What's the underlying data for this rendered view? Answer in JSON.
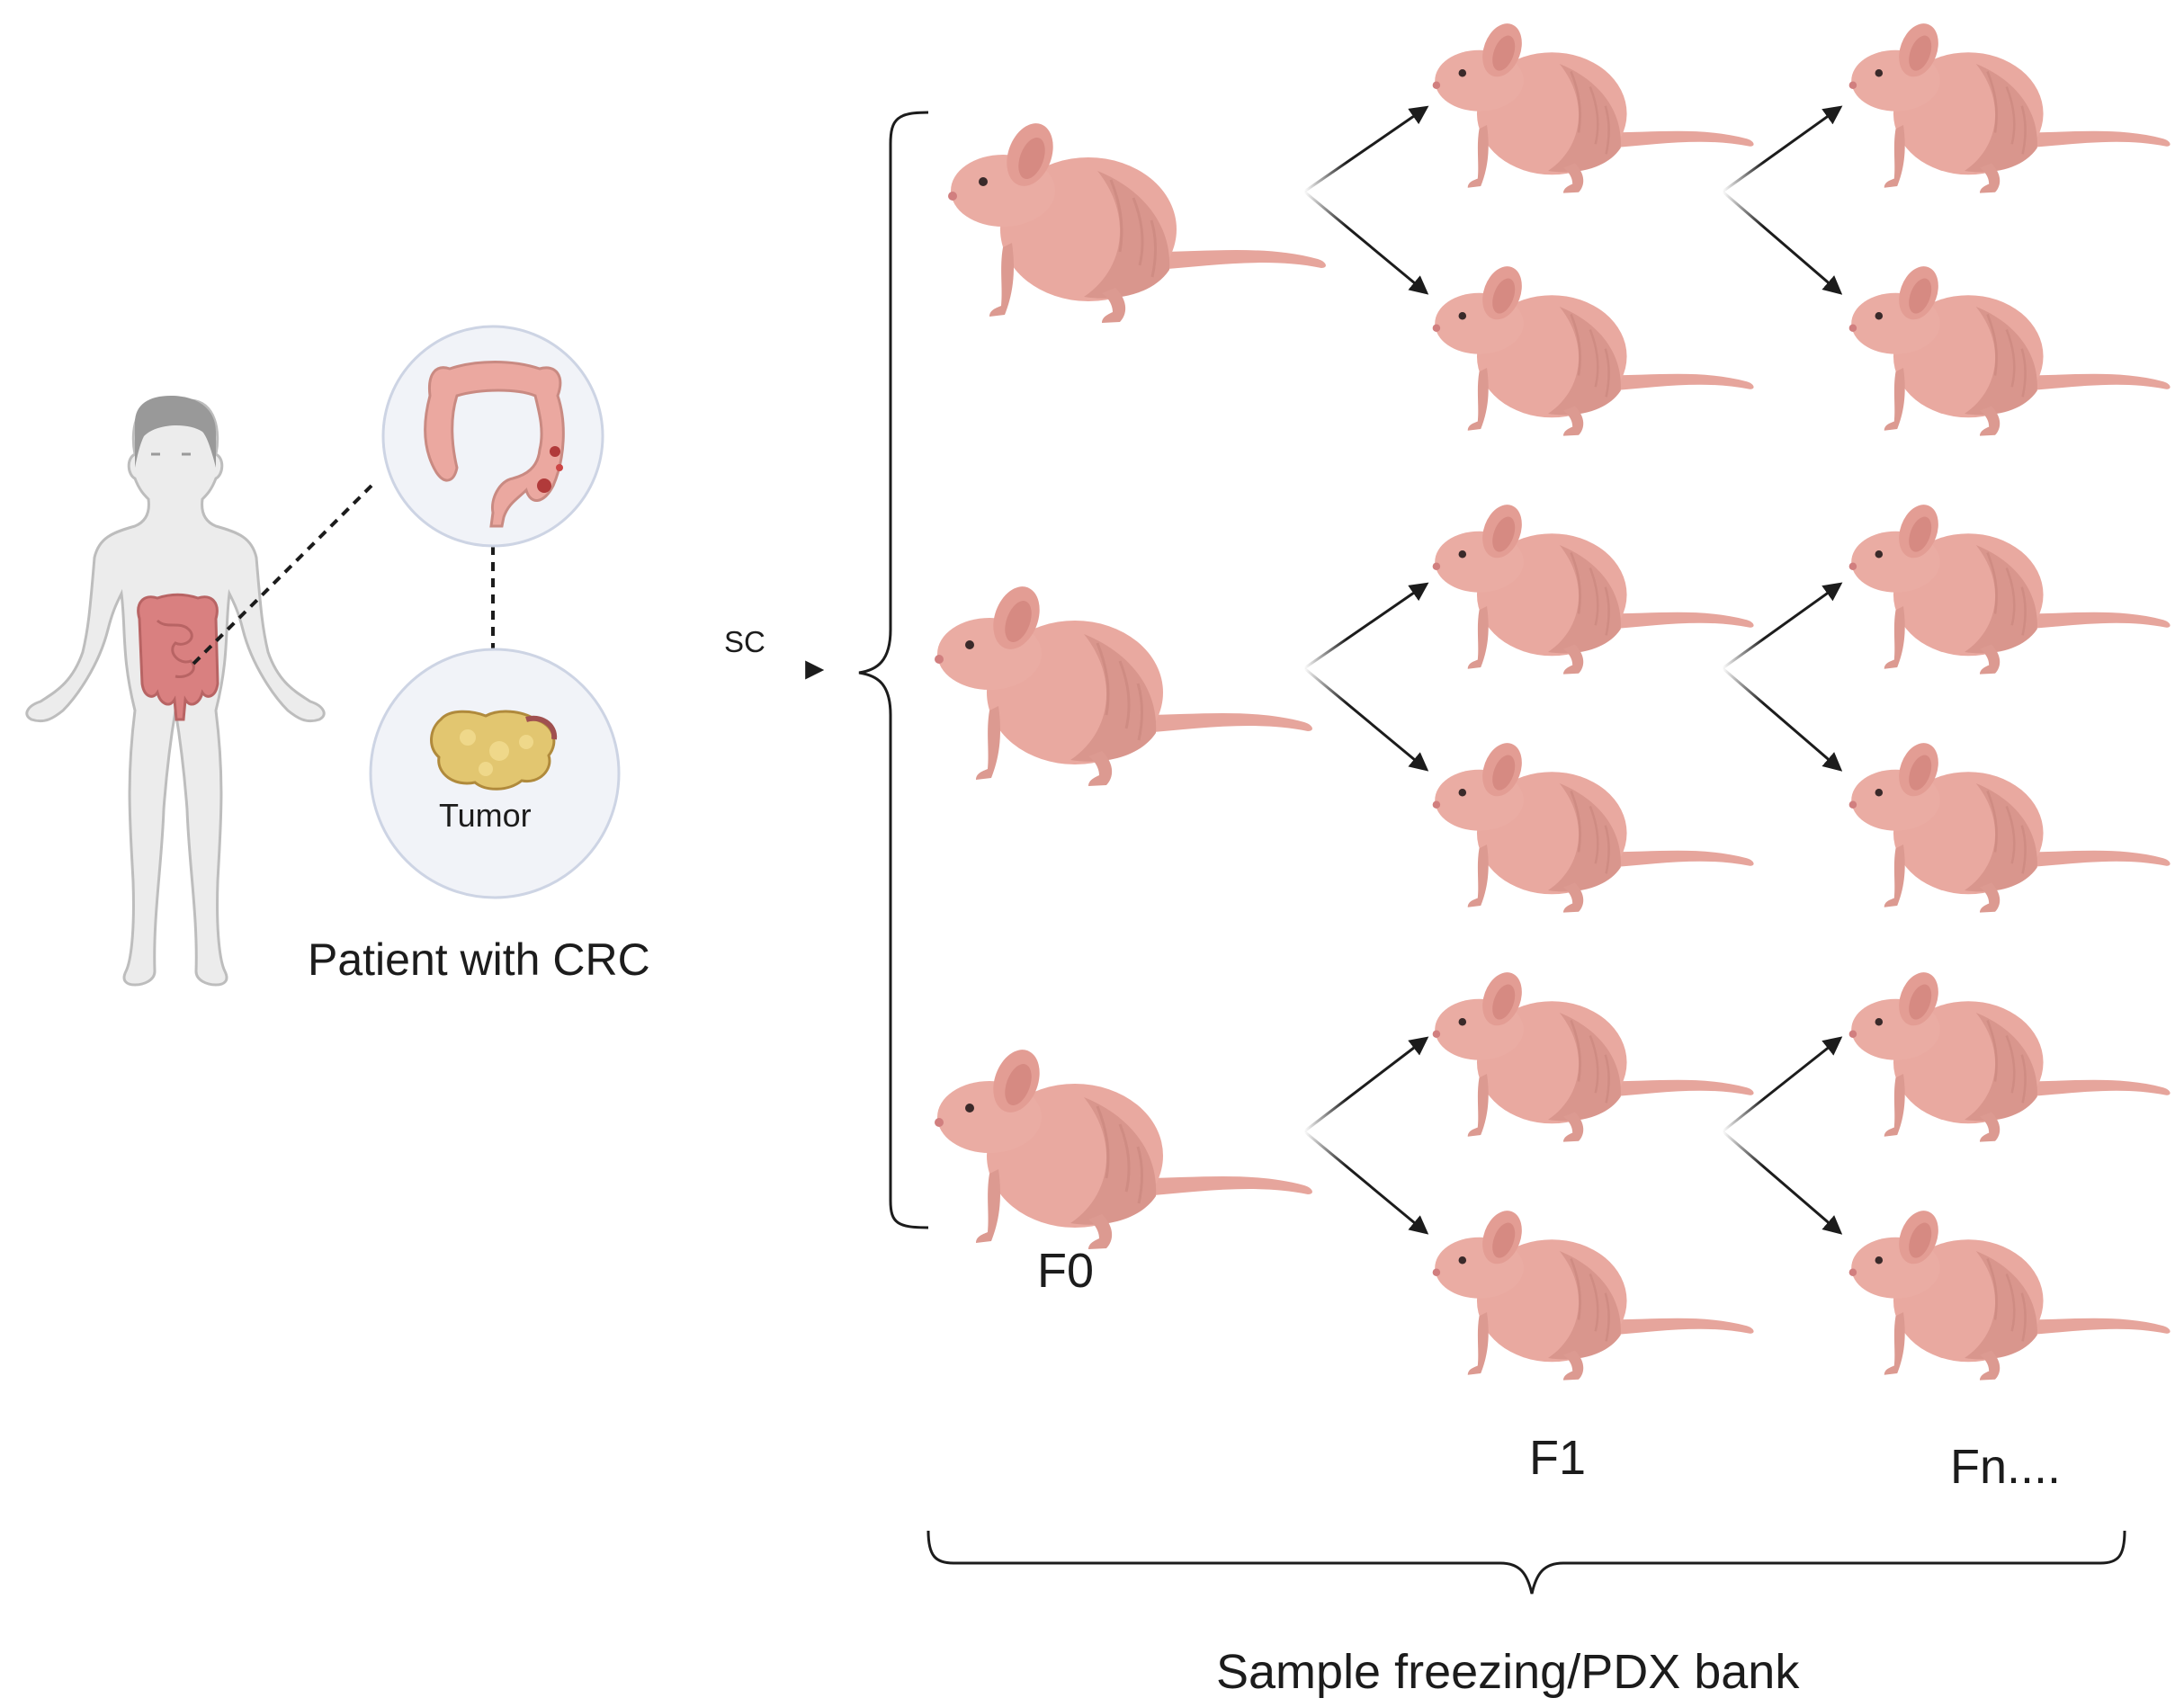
{
  "patient": {
    "label": "Patient with CRC",
    "tumor_label": "Tumor"
  },
  "implant": {
    "route_label": "SC"
  },
  "generations": {
    "f0": "F0",
    "f1": "F1",
    "fn": "Fn...."
  },
  "bank": {
    "label": "Sample freezing/PDX bank"
  },
  "colors": {
    "mouse_body": "#e9a9a0",
    "mouse_shadow": "#d28f86",
    "skin": "#ececec",
    "intestine": "#d98080",
    "tumor": "#e2c670",
    "circle_fill": "#f1f3f8",
    "circle_stroke": "#cdd4e4",
    "line": "#1c1c1c"
  },
  "icons": {
    "patient": "human-body-icon",
    "colon": "colon-icon",
    "tumor": "tumor-icon",
    "mouse": "mouse-icon",
    "arrow": "arrow-icon"
  }
}
